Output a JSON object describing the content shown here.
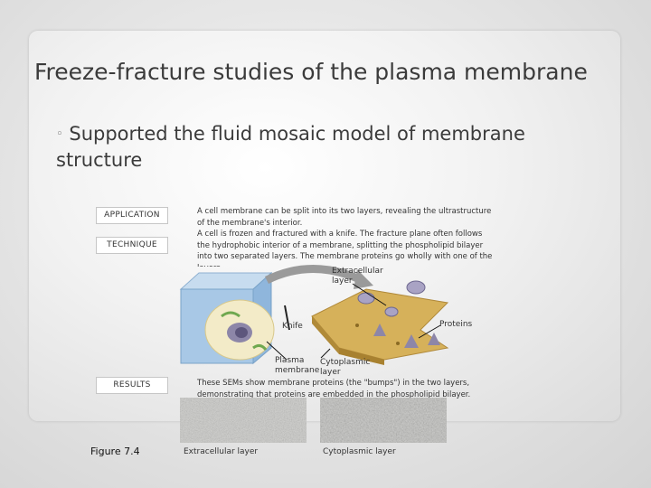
{
  "slide": {
    "title_bullet": "",
    "title": "Freeze-fracture studies of the plasma membrane",
    "subpoint_bullet": "◦",
    "subpoint": "Supported the fluid mosaic model of membrane structure"
  },
  "figure": {
    "application_label": "APPLICATION",
    "application_text": "A cell membrane can be split into its two layers, revealing the ultrastructure of the membrane's interior.",
    "technique_label": "TECHNIQUE",
    "technique_text": "A cell is frozen and fractured with a knife. The fracture plane often follows the hydrophobic interior of a membrane, splitting the phospholipid bilayer into two separated layers. The membrane proteins go wholly with one of the layers.",
    "labels": {
      "extracellular_layer": "Extracellular layer",
      "proteins": "Proteins",
      "knife": "Knife",
      "plasma_membrane": "Plasma membrane",
      "cytoplasmic_layer": "Cytoplasmic layer"
    },
    "results_label": "RESULTS",
    "results_text": "These SEMs show membrane proteins (the \"bumps\") in the two layers, demonstrating that proteins are embedded in the phospholipid bilayer.",
    "caption": "Figure 7.4",
    "bottom_left_label": "Extracellular layer",
    "bottom_right_label": "Cytoplasmic layer"
  },
  "colors": {
    "membrane": "#d6b15a",
    "protein": "#a9a3c4",
    "cell_blue": "#a8c8e6"
  }
}
